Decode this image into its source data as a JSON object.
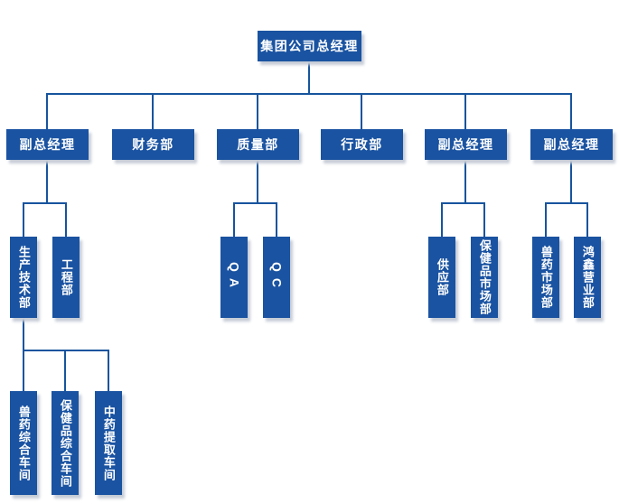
{
  "colors": {
    "node_fill": "#1a53a1",
    "connector": "#17549e",
    "node_text": "#ffffff",
    "shadow": "#c6ccd6",
    "background": "#ffffff"
  },
  "org_chart": {
    "root": {
      "label": "集团公司总经理"
    },
    "departments": [
      {
        "label": "副总经理",
        "children": [
          {
            "label": "生产技术部",
            "children": [
              {
                "label": "兽药综合车间"
              },
              {
                "label": "保健品综合车间"
              },
              {
                "label": "中药提取车间"
              }
            ]
          },
          {
            "label": "工程部"
          }
        ]
      },
      {
        "label": "财务部"
      },
      {
        "label": "质量部",
        "children": [
          {
            "label": "QA"
          },
          {
            "label": "QC"
          }
        ]
      },
      {
        "label": "行政部"
      },
      {
        "label": "副总经理",
        "children": [
          {
            "label": "供应部"
          },
          {
            "label": "保健品市场部"
          }
        ]
      },
      {
        "label": "副总经理",
        "children": [
          {
            "label": "兽药市场部"
          },
          {
            "label": "鸿鑫营业部"
          }
        ]
      }
    ]
  }
}
